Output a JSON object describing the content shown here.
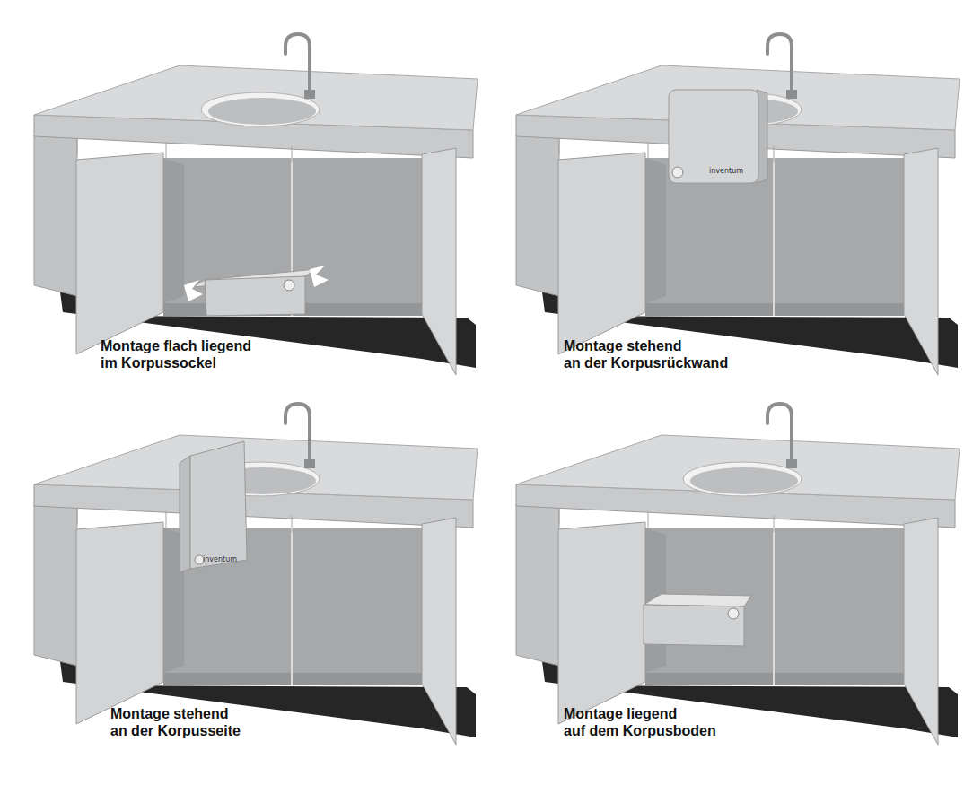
{
  "diagram": {
    "labels": [
      "Montage flach liegend im Korpussockel",
      "Montage stehend an der Korpusrückwand",
      "Montage stehend an der Korpusseite",
      "Montage liegend auf dem Korpusboden",
      "inventum",
      "inventum"
    ]
  }
}
